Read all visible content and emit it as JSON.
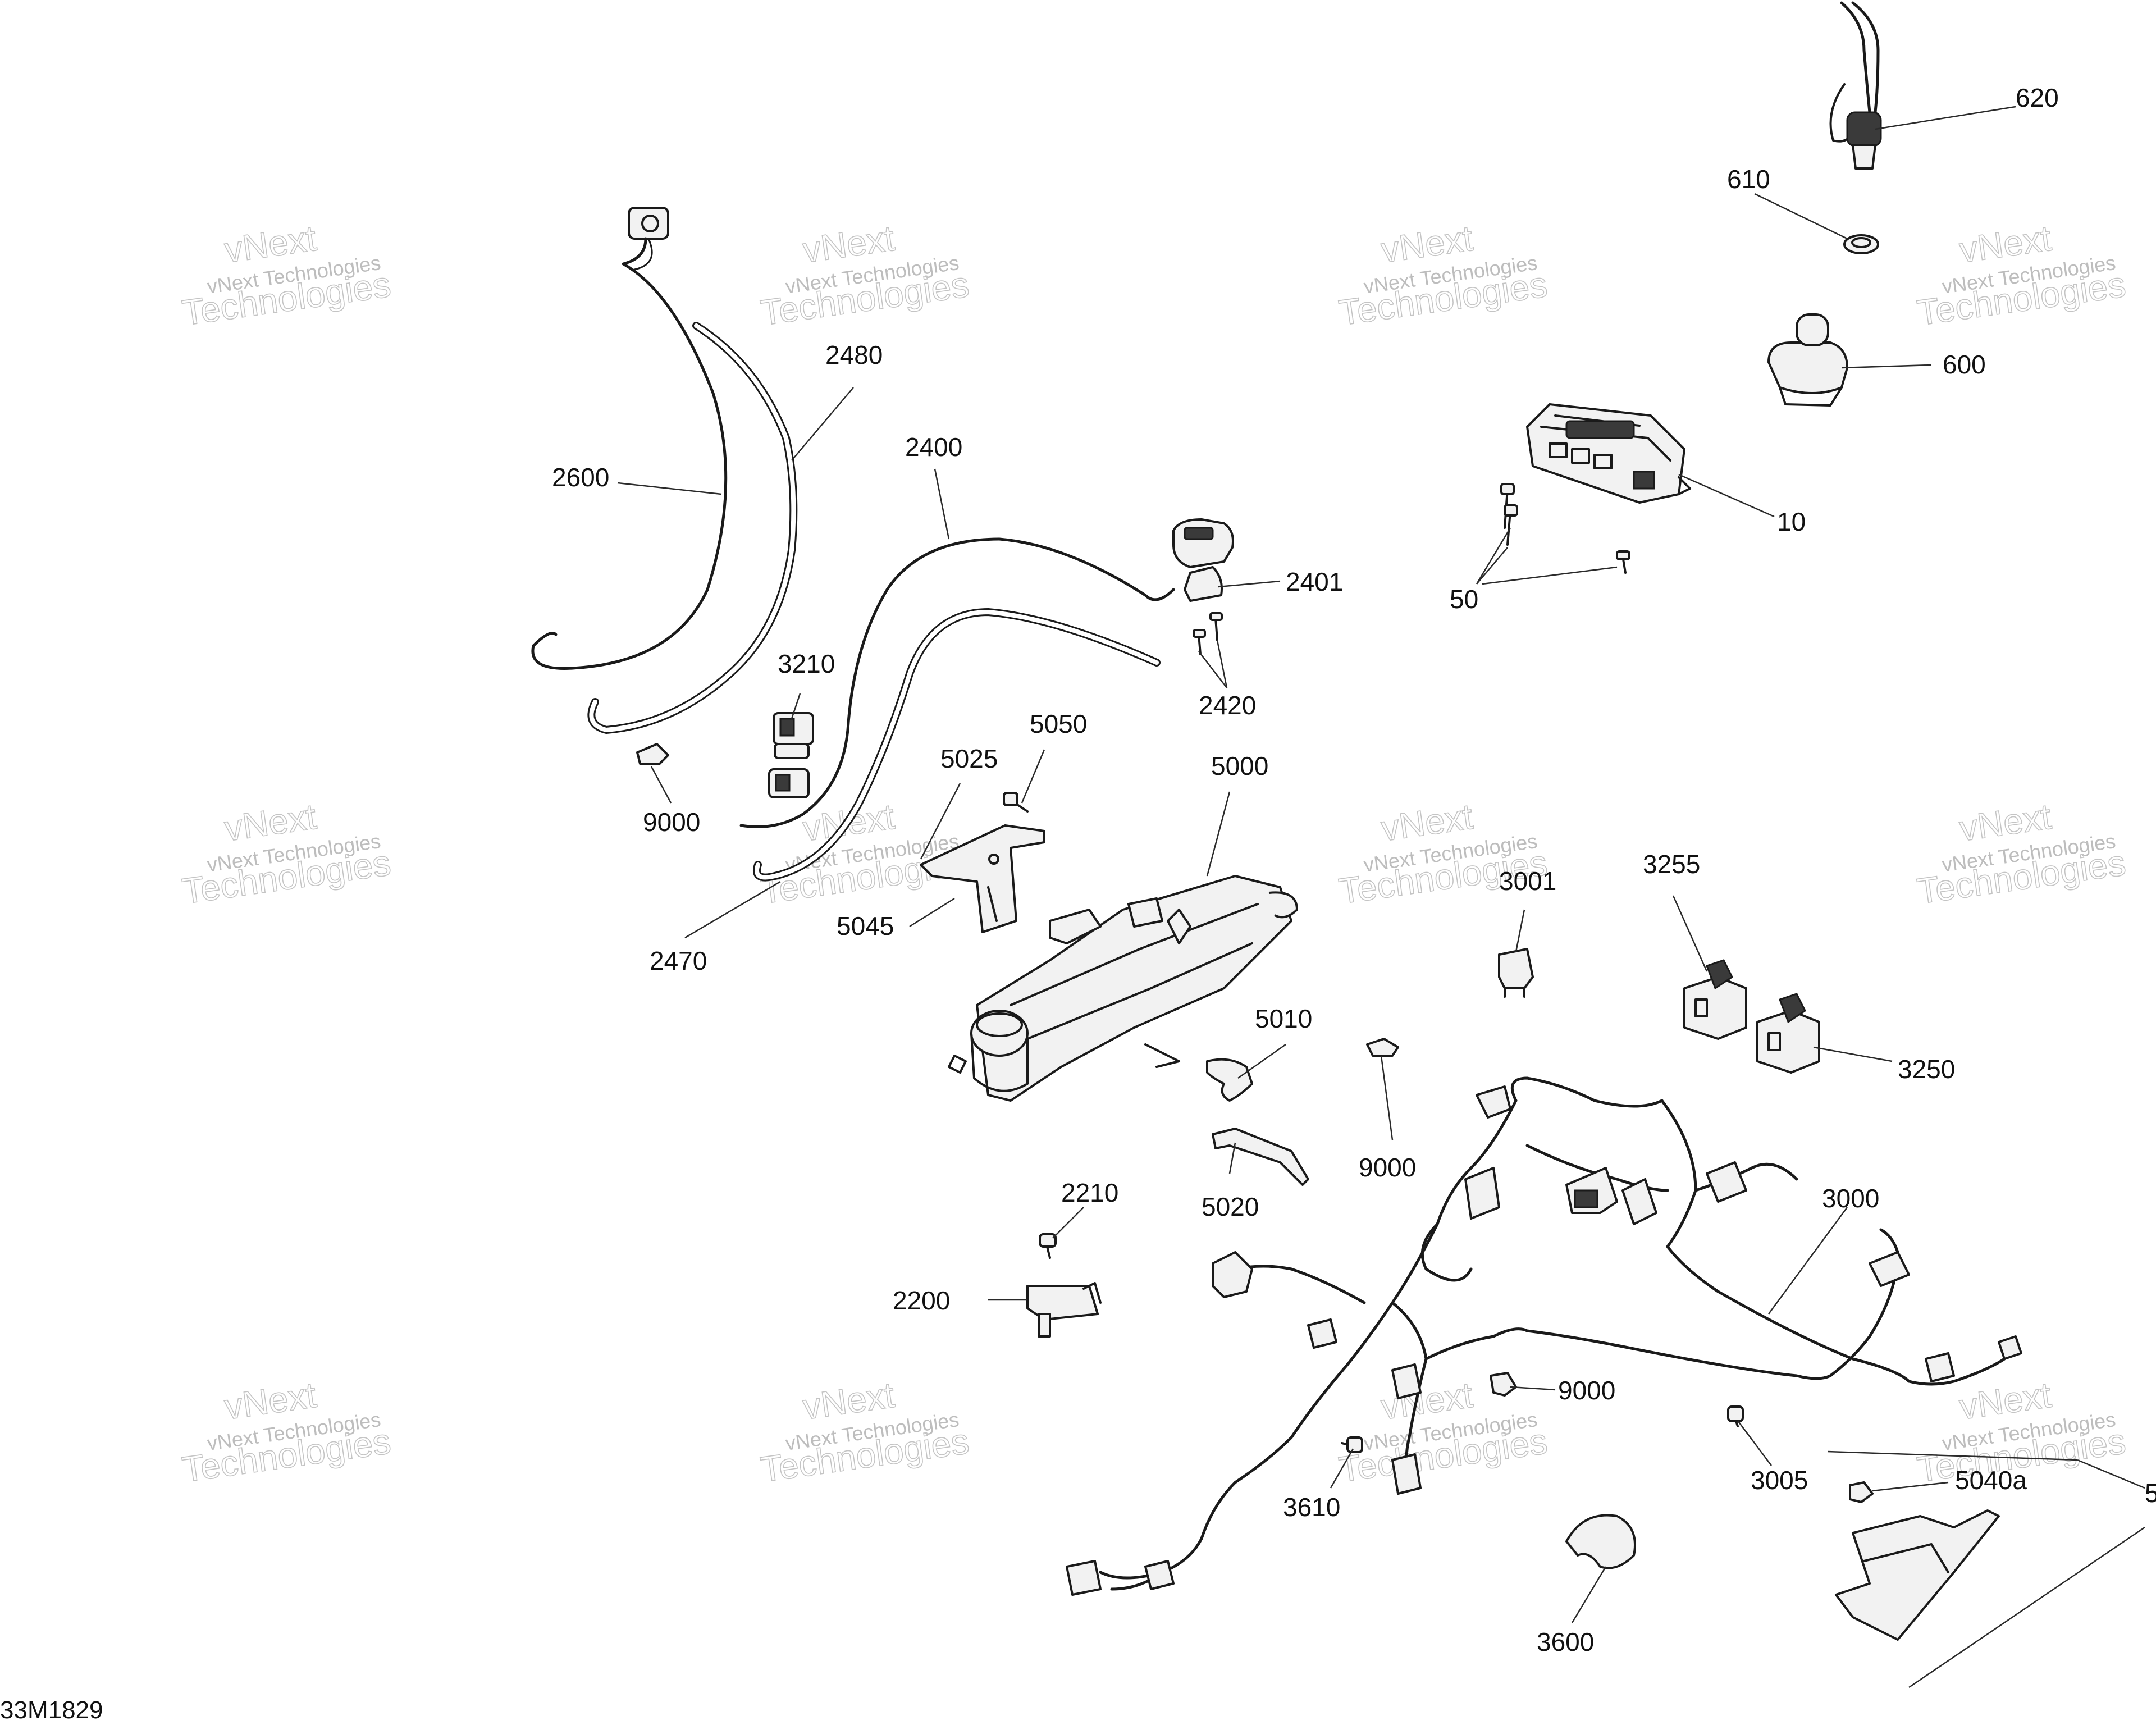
{
  "diagram_id": "33M1829",
  "watermark": {
    "line1": "vNext",
    "line2": "vNext Technologies",
    "line3": "Technologies"
  },
  "callouts": {
    "c620": "620",
    "c610": "610",
    "c600": "600",
    "c10": "10",
    "c50": "50",
    "c2480": "2480",
    "c2600": "2600",
    "c2400": "2400",
    "c2401": "2401",
    "c2420": "2420",
    "c3210": "3210",
    "c9000a": "9000",
    "c5050": "5050",
    "c5025": "5025",
    "c5000": "5000",
    "c5045": "5045",
    "c2470": "2470",
    "c3001": "3001",
    "c3255": "3255",
    "c3250": "3250",
    "c5010": "5010",
    "c9000b": "9000",
    "c5020": "5020",
    "c2210": "2210",
    "c3000": "3000",
    "c2200": "2200",
    "c9000c": "9000",
    "c3005": "3005",
    "c5040a": "5040a",
    "c3610": "3610",
    "c3600": "3600",
    "c5edge": "5"
  }
}
